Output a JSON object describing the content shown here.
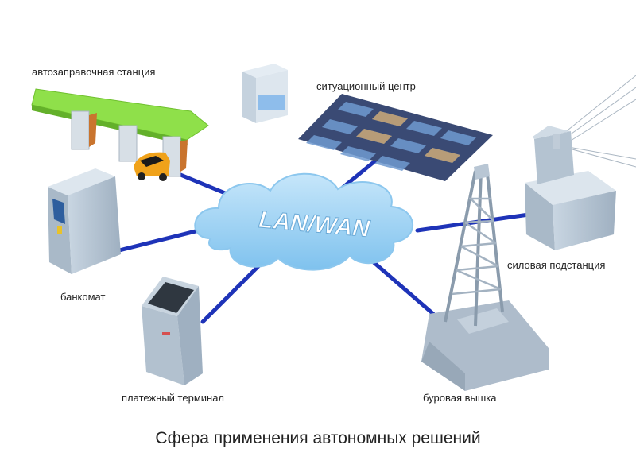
{
  "colors": {
    "link": "#1e33b8",
    "cloud": "#9fd3f3",
    "device": "#b9c8d6",
    "canopy": "#8fe04a"
  },
  "network": {
    "label": "LAN/WAN"
  },
  "nodes": {
    "gas_station": {
      "label": "автозаправочная станция"
    },
    "situation_center": {
      "label": "ситуационный центр"
    },
    "atm": {
      "label": "банкомат"
    },
    "payment_terminal": {
      "label": "платежный терминал"
    },
    "drilling_rig": {
      "label": "буровая вышка"
    },
    "substation": {
      "label": "силовая подстанция"
    }
  },
  "caption": "Сфера применения автономных решений"
}
